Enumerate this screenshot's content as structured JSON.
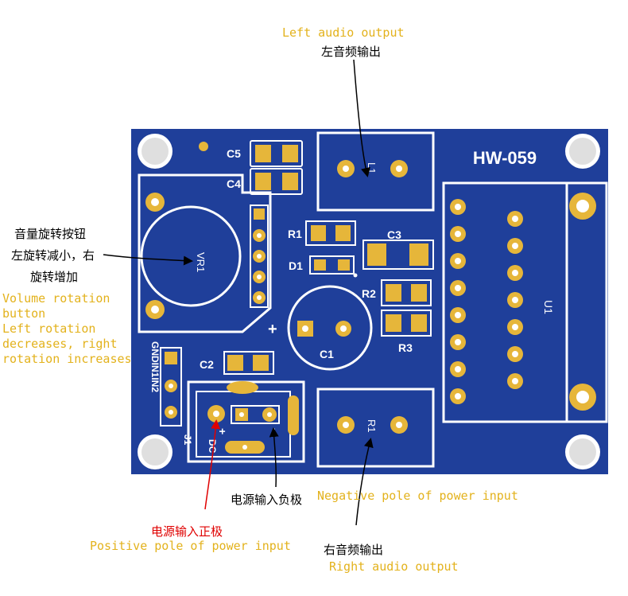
{
  "board": {
    "title": "HW-059",
    "colors": {
      "pcb": "#1f3f9a",
      "pad": "#e6b63a",
      "silk": "#ffffff",
      "edge": "#163178"
    },
    "labels": {
      "c5": "C5",
      "c4": "C4",
      "r1": "R1",
      "d1": "D1",
      "c3": "C3",
      "r2": "R2",
      "r3": "R3",
      "c1": "C1",
      "c2": "C2",
      "u1": "U1",
      "vr1": "VR1",
      "l1": "L1",
      "r1out": "R1",
      "j1": "J1",
      "header": "GNDIN1IN2",
      "dc": "DC",
      "plus": "+",
      "minus": "-"
    }
  },
  "annotations": {
    "left_audio_en": "Left audio output",
    "left_audio_cn": "左音频输出",
    "vol_cn_1": "音量旋转按钮",
    "vol_cn_2": "左旋转减小，右",
    "vol_cn_3": "旋转增加",
    "vol_en_1": "Volume rotation",
    "vol_en_2": "button",
    "vol_en_3": "Left rotation",
    "vol_en_4": "decreases, right",
    "vol_en_5": "rotation increases",
    "neg_cn": "电源输入负极",
    "neg_en": "Negative pole of power input",
    "pos_cn": "电源输入正极",
    "pos_en": "Positive pole of power input",
    "right_audio_cn": "右音频输出",
    "right_audio_en": "Right audio output"
  }
}
